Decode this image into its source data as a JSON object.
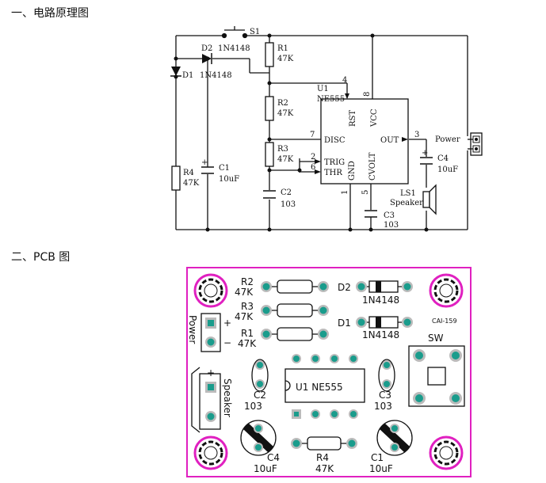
{
  "headings": {
    "schematic": "一、电路原理图",
    "pcb": "二、PCB 图"
  },
  "schematic": {
    "s1": "S1",
    "d2": "D2",
    "d2_part": "1N4148",
    "d1": "D1",
    "d1_part": "1N4148",
    "r1": "R1",
    "r1_val": "47K",
    "r2": "R2",
    "r2_val": "47K",
    "r3": "R3",
    "r3_val": "47K",
    "r4": "R4",
    "r4_val": "47K",
    "c1": "C1",
    "c1_val": "10uF",
    "c2": "C2",
    "c2_val": "103",
    "c3": "C3",
    "c3_val": "103",
    "c4": "C4",
    "c4_val": "10uF",
    "u1": "U1",
    "u1_part": "NE555",
    "pin_rst": "RST",
    "pin_vcc": "VCC",
    "pin_disc": "DISC",
    "pin_trig": "TRIG",
    "pin_thr": "THR",
    "pin_gnd": "GND",
    "pin_cvolt": "CVOLT",
    "pin_out": "OUT",
    "pin4": "4",
    "pin8": "8",
    "pin7": "7",
    "pin2": "2",
    "pin6": "6",
    "pin1": "1",
    "pin5": "5",
    "pin3": "3",
    "ls1": "LS1",
    "speaker": "Speaker",
    "power": "Power",
    "plus": "+"
  },
  "pcb": {
    "r2": "R2",
    "r2_val": "47K",
    "r3": "R3",
    "r3_val": "47K",
    "r1": "R1",
    "r1_val": "47K",
    "d2": "D2",
    "d2_part": "1N4148",
    "d1": "D1",
    "d1_part": "1N4148",
    "board_id": "CAI-159",
    "sw": "SW",
    "power": "Power",
    "plus": "+",
    "minus": "−",
    "speaker": "Speaker",
    "c2": "C2",
    "c2_val": "103",
    "c3": "C3",
    "c3_val": "103",
    "u1": "U1 NE555",
    "c4": "C4",
    "c4_val": "10uF",
    "r4": "R4",
    "r4_val": "47K",
    "c1": "C1",
    "c1_val": "10uF"
  },
  "colors": {
    "board_outline": "#e020c0",
    "pad": "#1a9c8c",
    "silk": "#111111"
  }
}
